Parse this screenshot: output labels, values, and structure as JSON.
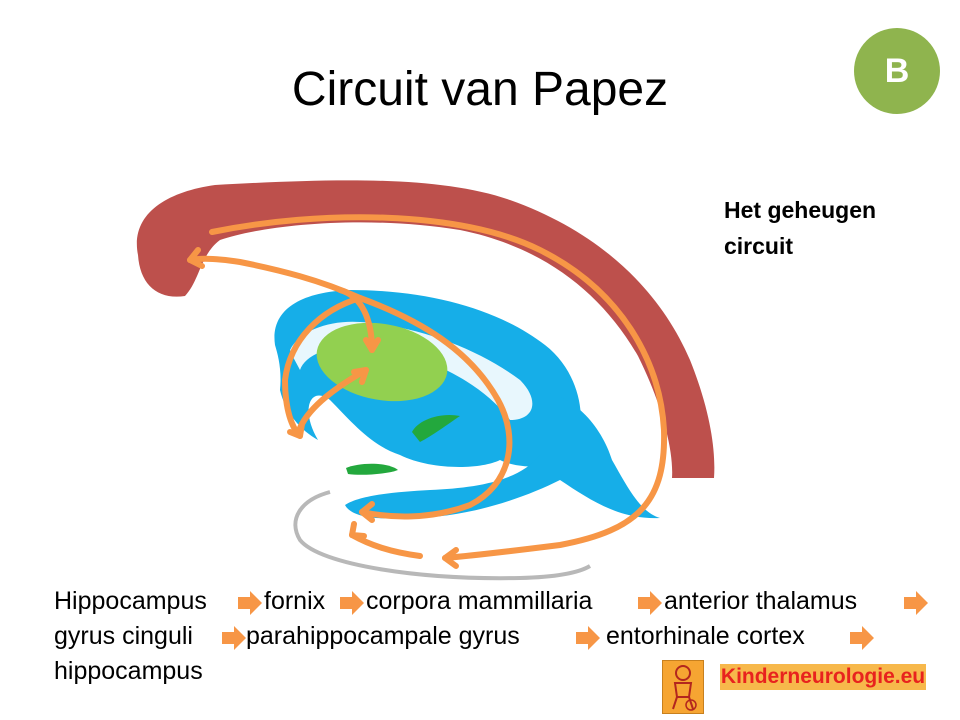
{
  "slide": {
    "title": "Circuit van Papez",
    "badge": "B",
    "subtitle_line1": "Het geheugen",
    "subtitle_line2": "circuit"
  },
  "chain": {
    "line1": [
      "Hippocampus",
      "fornix",
      "corpora mammillaria",
      "anterior thalamus"
    ],
    "line2": [
      "gyrus cinguli",
      "parahippocampale gyrus",
      "entorhinale cortex"
    ],
    "line3": [
      "hippocampus"
    ]
  },
  "logo": {
    "text": "Kinderneurologie.eu"
  },
  "colors": {
    "cingulate": "#bd504c",
    "ventricle": "#16aee8",
    "thalamus": "#92d050",
    "mammillary": "#23a83d",
    "pathway": "#f79646",
    "hippocampus_outline": "#b8b8b8",
    "badge": "#8fb44e"
  }
}
